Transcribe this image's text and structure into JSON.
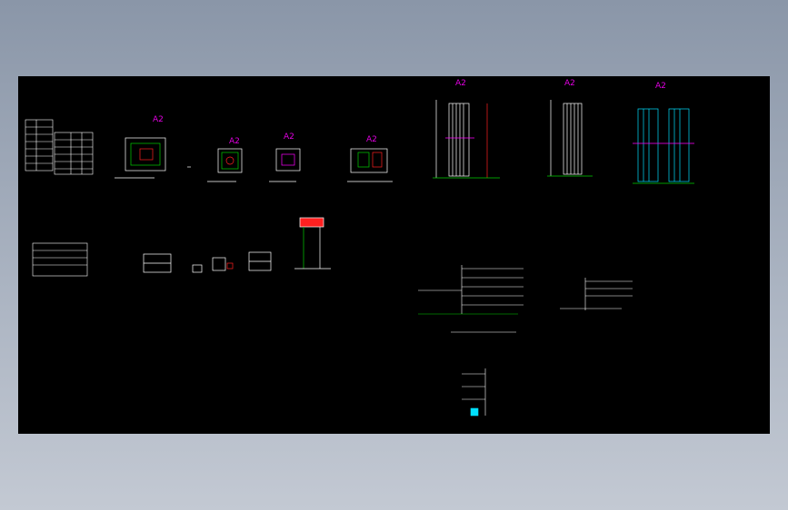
{
  "app": {
    "background_color": "#9aa4b4",
    "viewport_color": "#000000"
  },
  "sheet_labels": [
    {
      "id": "sheet-1",
      "text": "A2"
    },
    {
      "id": "sheet-2",
      "text": "A2"
    },
    {
      "id": "sheet-3",
      "text": "A2"
    },
    {
      "id": "sheet-4",
      "text": "A2"
    },
    {
      "id": "sheet-5",
      "text": "A2"
    },
    {
      "id": "sheet-6",
      "text": "A2"
    },
    {
      "id": "sheet-7",
      "text": "A2"
    }
  ],
  "colors": {
    "label": "#e000e0",
    "line": "#ffffff",
    "accent_green": "#00d000",
    "accent_red": "#ff2020",
    "accent_cyan": "#00e0ff",
    "accent_magenta": "#ff00ff",
    "accent_yellow": "#ffff00"
  }
}
